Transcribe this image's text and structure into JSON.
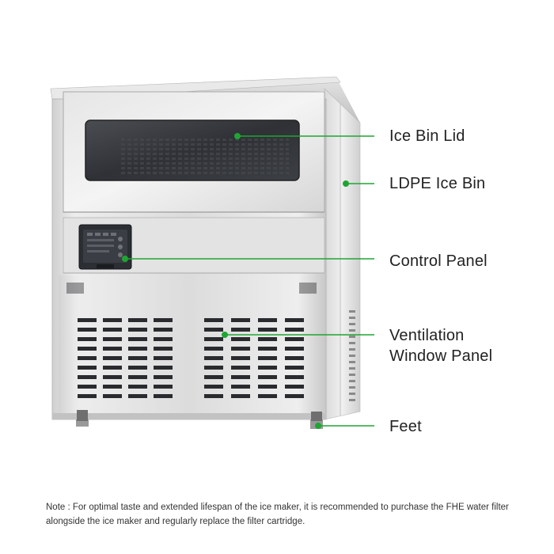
{
  "colors": {
    "callout": "#1fa533",
    "steel_light": "#e8e8e8",
    "steel_dark": "#a9a9a9",
    "text": "#222222"
  },
  "product": {
    "name": "ice-maker",
    "image_icon": "ice-maker-illustration"
  },
  "callouts": [
    {
      "label": "Ice Bin Lid"
    },
    {
      "label": "LDPE Ice Bin"
    },
    {
      "label": "Control Panel"
    },
    {
      "label": "Ventilation\nWindow Panel"
    },
    {
      "label": "Feet"
    }
  ],
  "note": "Note : For optimal taste and extended lifespan of the ice maker, it is recommended to purchase the FHE water filter alongside the ice maker and regularly replace the filter cartridge."
}
